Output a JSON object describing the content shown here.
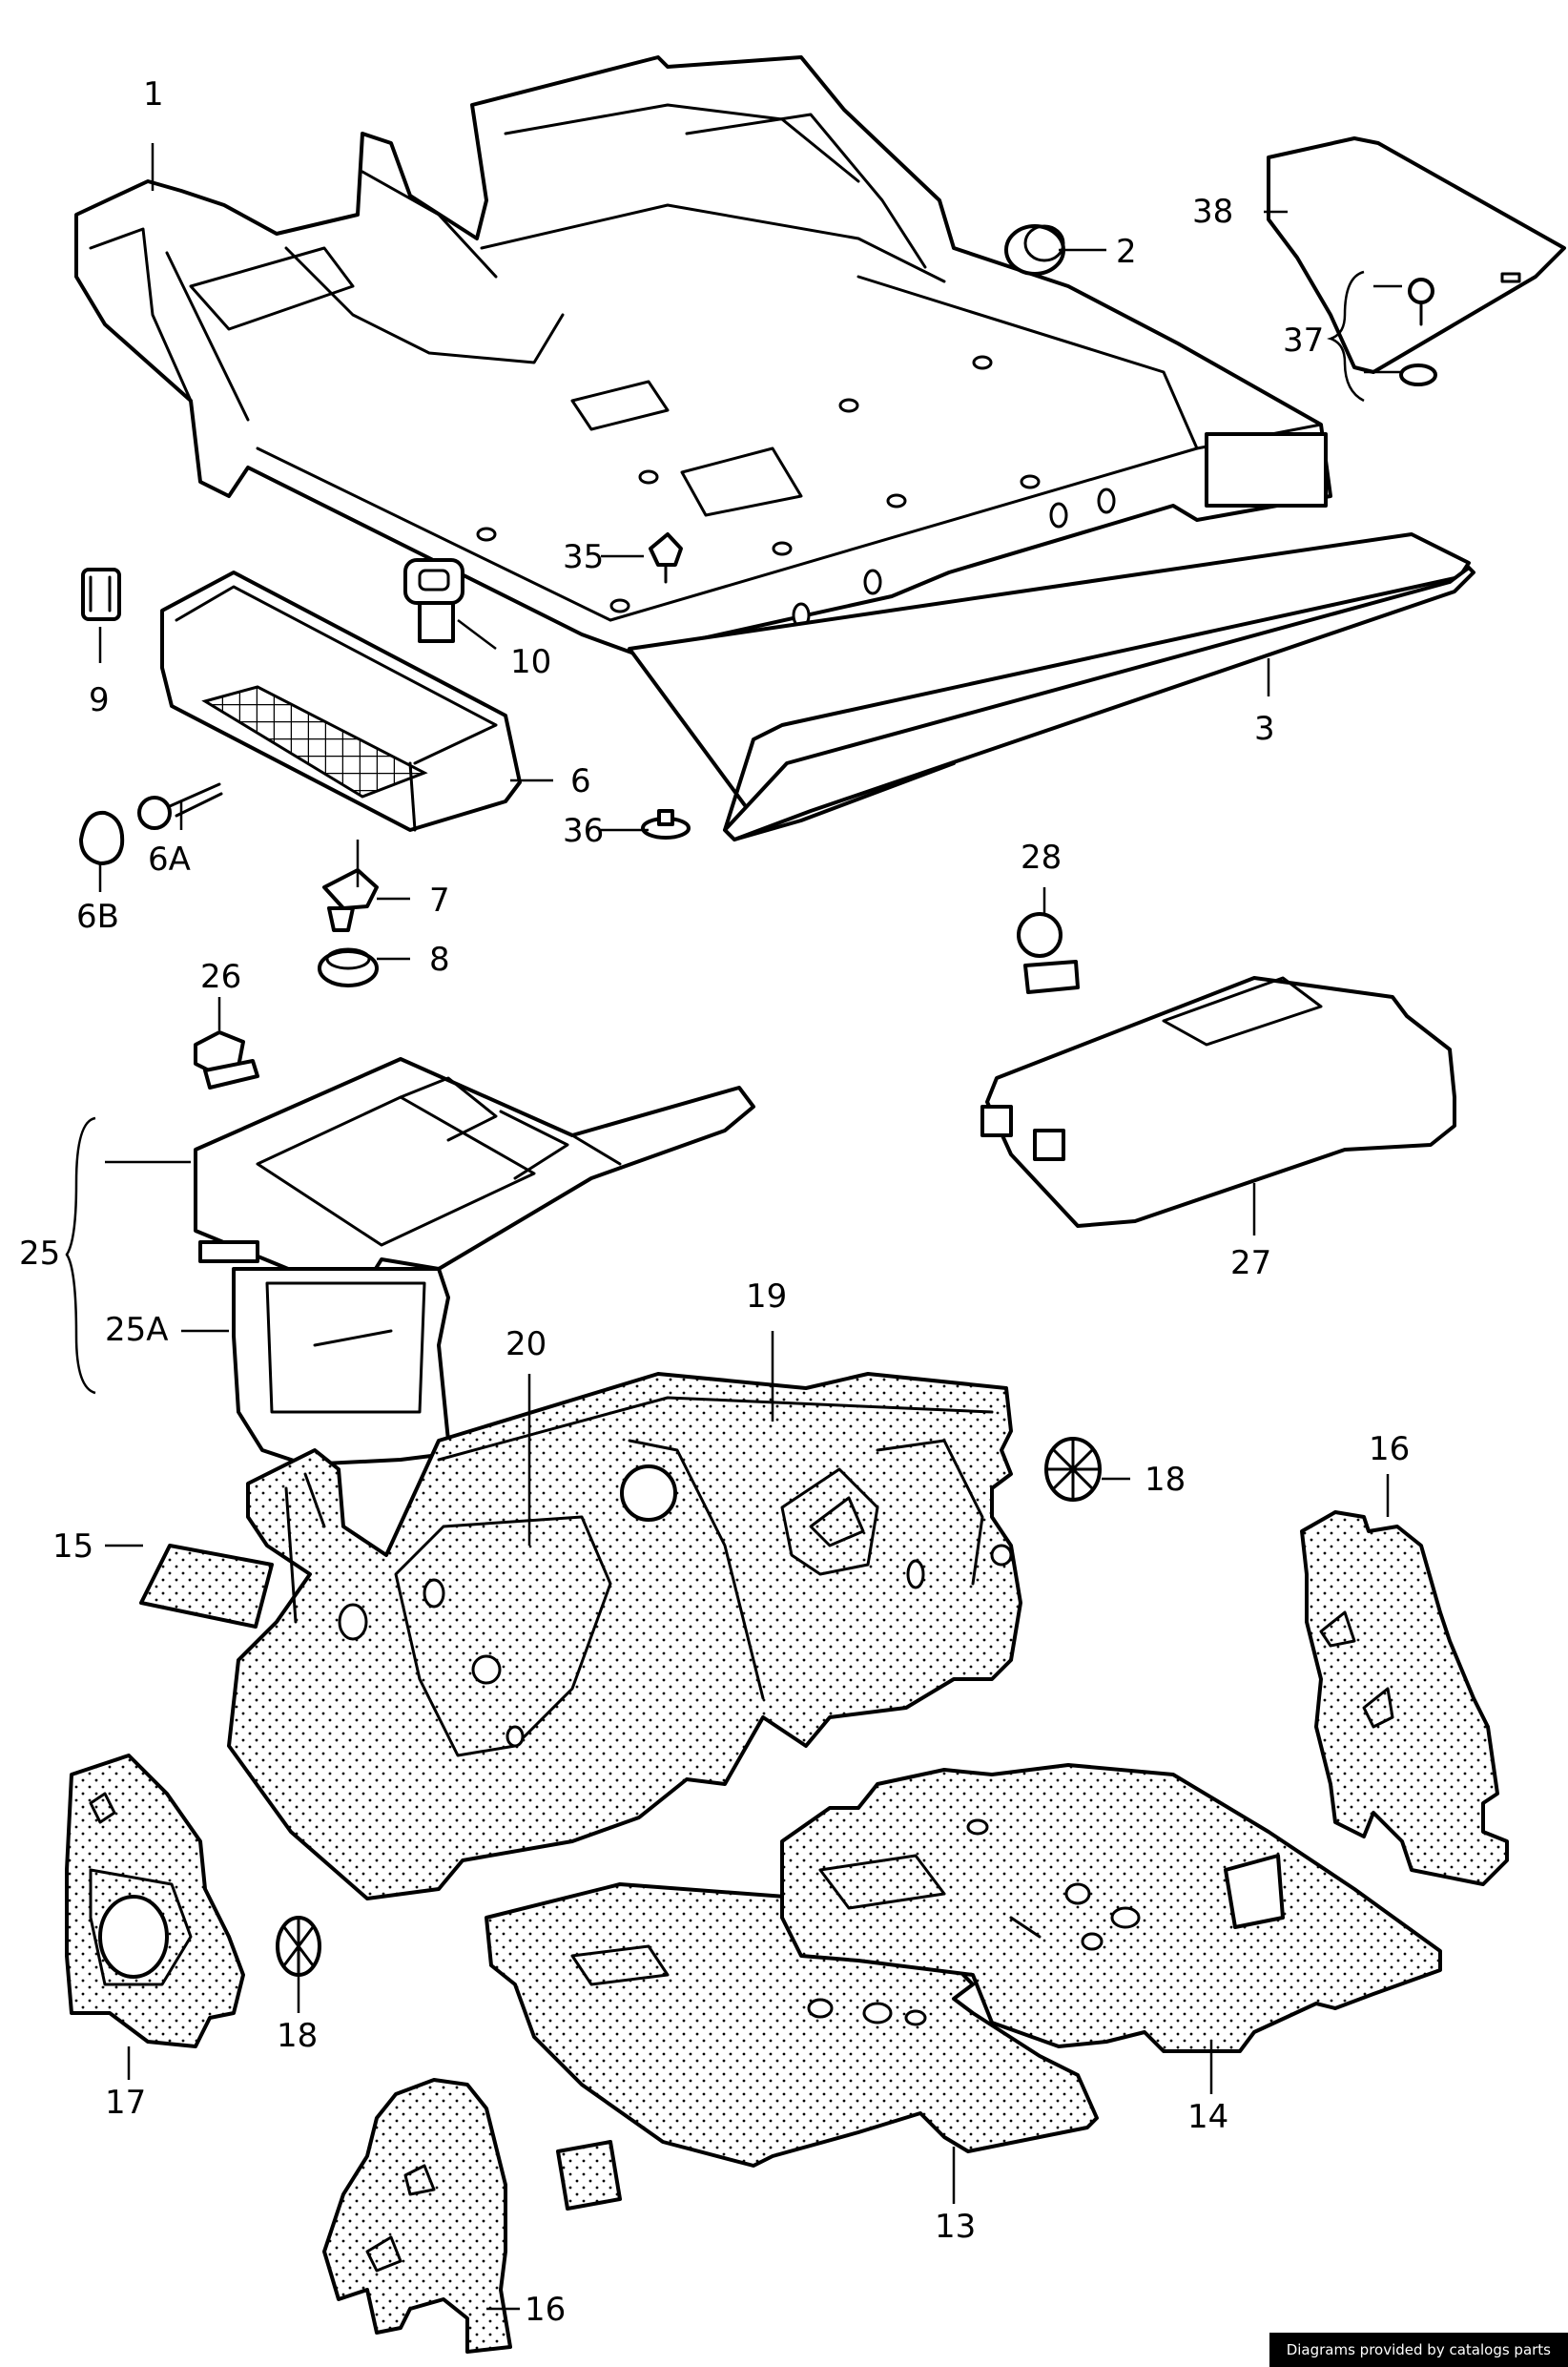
{
  "callouts": {
    "c1": "1",
    "c2": "2",
    "c3": "3",
    "c6": "6",
    "c6A": "6A",
    "c6B": "6B",
    "c7": "7",
    "c8": "8",
    "c9": "9",
    "c10": "10",
    "c13": "13",
    "c14": "14",
    "c15": "15",
    "c16a": "16",
    "c16b": "16",
    "c17": "17",
    "c18a": "18",
    "c18b": "18",
    "c19": "19",
    "c20": "20",
    "c25": "25",
    "c25A": "25A",
    "c26": "26",
    "c27": "27",
    "c28": "28",
    "c35": "35",
    "c36": "36",
    "c37": "37",
    "c38": "38"
  },
  "footer": {
    "credit": "Diagrams provided by catalogs parts"
  },
  "colors": {
    "ink": "#000000",
    "paper": "#ffffff"
  }
}
